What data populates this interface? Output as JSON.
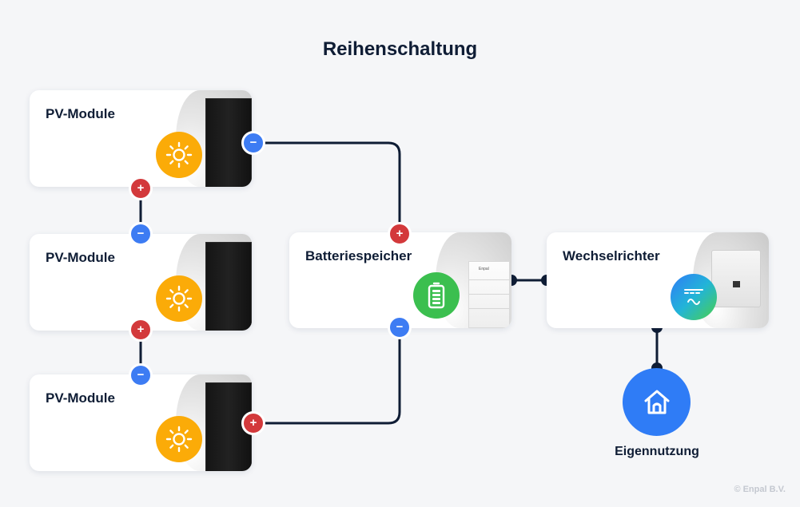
{
  "title": "Reihenschaltung",
  "pv_modules": [
    {
      "label": "PV-Module"
    },
    {
      "label": "PV-Module"
    },
    {
      "label": "PV-Module"
    }
  ],
  "battery": {
    "label": "Batteriespeicher",
    "brand_text": "Enpal"
  },
  "inverter": {
    "label": "Wechselrichter"
  },
  "consumption": {
    "label": "Eigennutzung"
  },
  "terminals": {
    "minus": "−",
    "plus": "+"
  },
  "copyright": "© Enpal B.V.",
  "colors": {
    "sun_icon": "#fbab08",
    "battery_icon": "#3bbf4f",
    "minus_terminal": "#3d7cf3",
    "plus_terminal": "#d3393b",
    "wire": "#0f1d35",
    "house_icon": "#2f7cf6"
  },
  "icons": {
    "pv": "sun-icon",
    "battery": "battery-icon",
    "inverter": "inverter-icon",
    "house": "house-icon"
  }
}
